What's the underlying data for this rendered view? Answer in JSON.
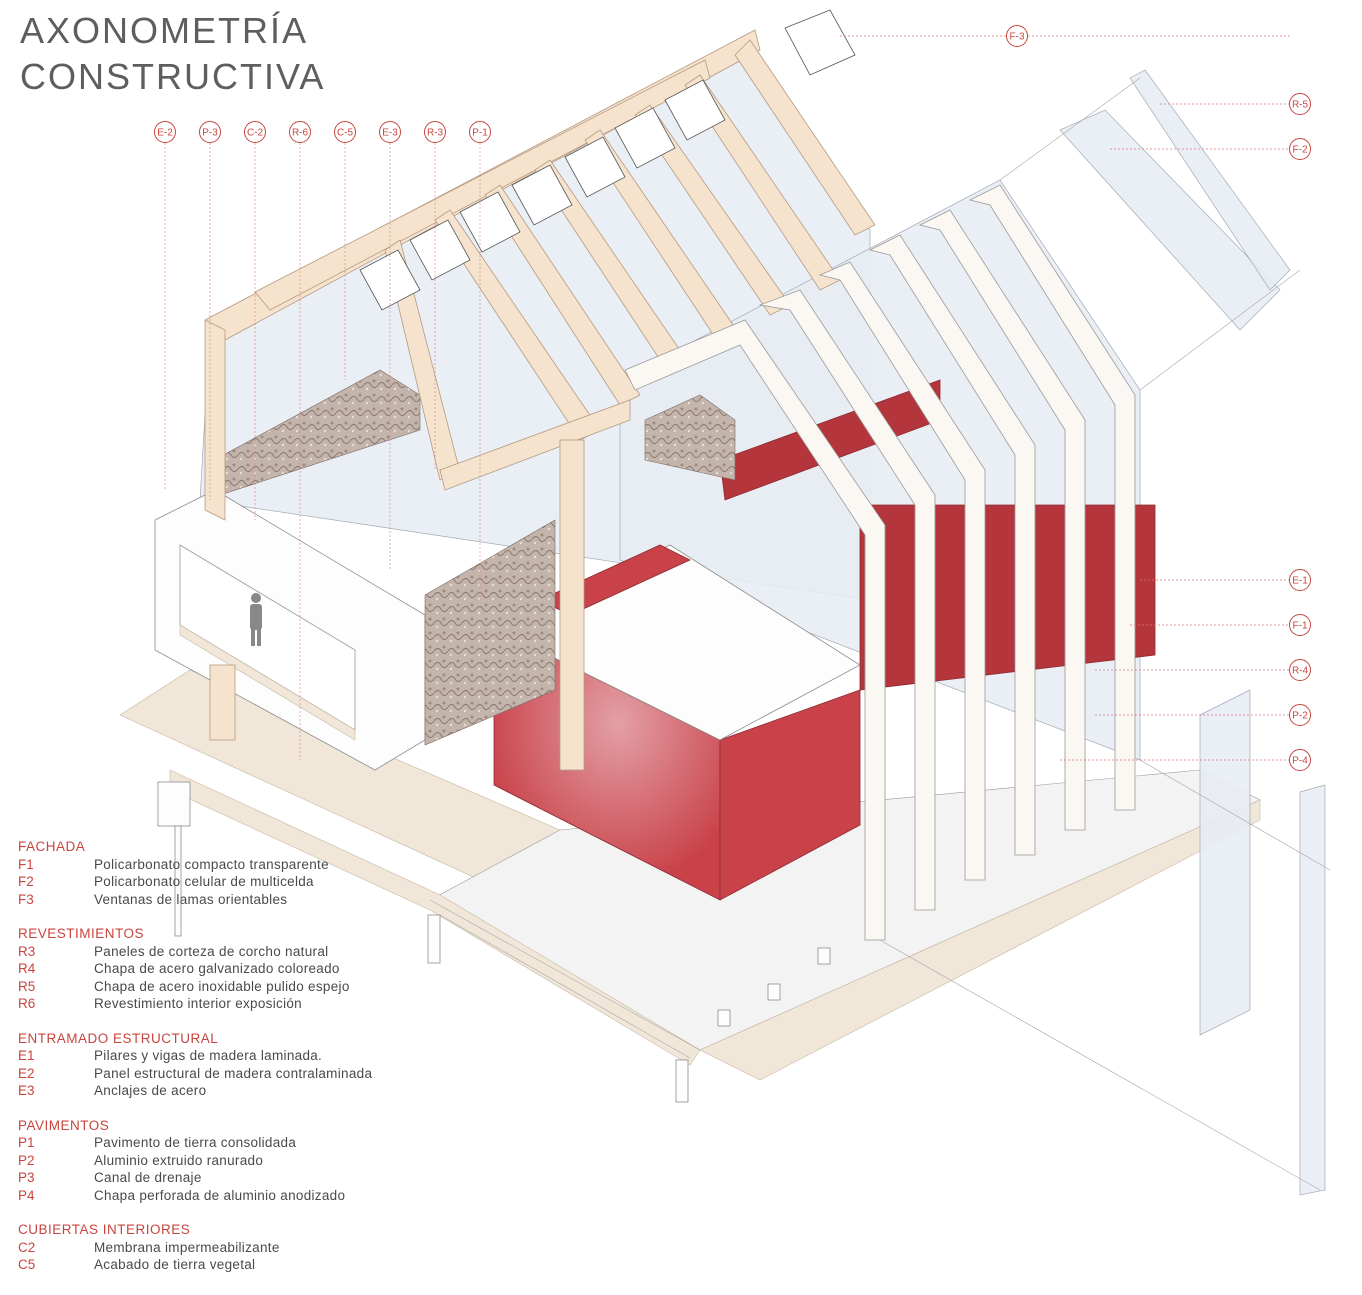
{
  "title": {
    "line1": "AXONOMETRÍA",
    "line2": "CONSTRUCTIVA"
  },
  "top_tags": [
    "E-2",
    "P-3",
    "C-2",
    "R-6",
    "C-5",
    "E-3",
    "R-3",
    "P-1"
  ],
  "side_tags": [
    "F-3",
    "R-5",
    "F-2",
    "E-1",
    "F-1",
    "R-4",
    "P-2",
    "P-4"
  ],
  "legend": [
    {
      "title": "FACHADA",
      "items": [
        {
          "code": "F1",
          "desc": "Policarbonato compacto transparente"
        },
        {
          "code": "F2",
          "desc": "Policarbonato celular de multicelda"
        },
        {
          "code": "F3",
          "desc": "Ventanas de lamas orientables"
        }
      ]
    },
    {
      "title": "REVESTIMIENTOS",
      "items": [
        {
          "code": "R3",
          "desc": "Paneles de corteza de corcho natural"
        },
        {
          "code": "R4",
          "desc": "Chapa de acero galvanizado coloreado"
        },
        {
          "code": "R5",
          "desc": "Chapa de acero inoxidable pulido espejo"
        },
        {
          "code": "R6",
          "desc": "Revestimiento interior exposición"
        }
      ]
    },
    {
      "title": "ENTRAMADO ESTRUCTURAL",
      "items": [
        {
          "code": "E1",
          "desc": "Pilares y vigas de madera laminada."
        },
        {
          "code": "E2",
          "desc": "Panel estructural de madera contralaminada"
        },
        {
          "code": "E3",
          "desc": "Anclajes de acero"
        }
      ]
    },
    {
      "title": "PAVIMENTOS",
      "items": [
        {
          "code": "P1",
          "desc": "Pavimento de tierra consolidada"
        },
        {
          "code": "P2",
          "desc": "Aluminio extruido ranurado"
        },
        {
          "code": "P3",
          "desc": "Canal de drenaje"
        },
        {
          "code": "P4",
          "desc": "Chapa perforada de aluminio anodizado"
        }
      ]
    },
    {
      "title": "CUBIERTAS INTERIORES",
      "items": [
        {
          "code": "C2",
          "desc": "Membrana impermeabilizante"
        },
        {
          "code": "C5",
          "desc": "Acabado de tierra vegetal"
        }
      ]
    }
  ],
  "colors": {
    "accent": "#c8453f",
    "steel_red": "#c9424a",
    "timber": "#f6e3cd",
    "polycarbonate": "#e8edf4"
  }
}
